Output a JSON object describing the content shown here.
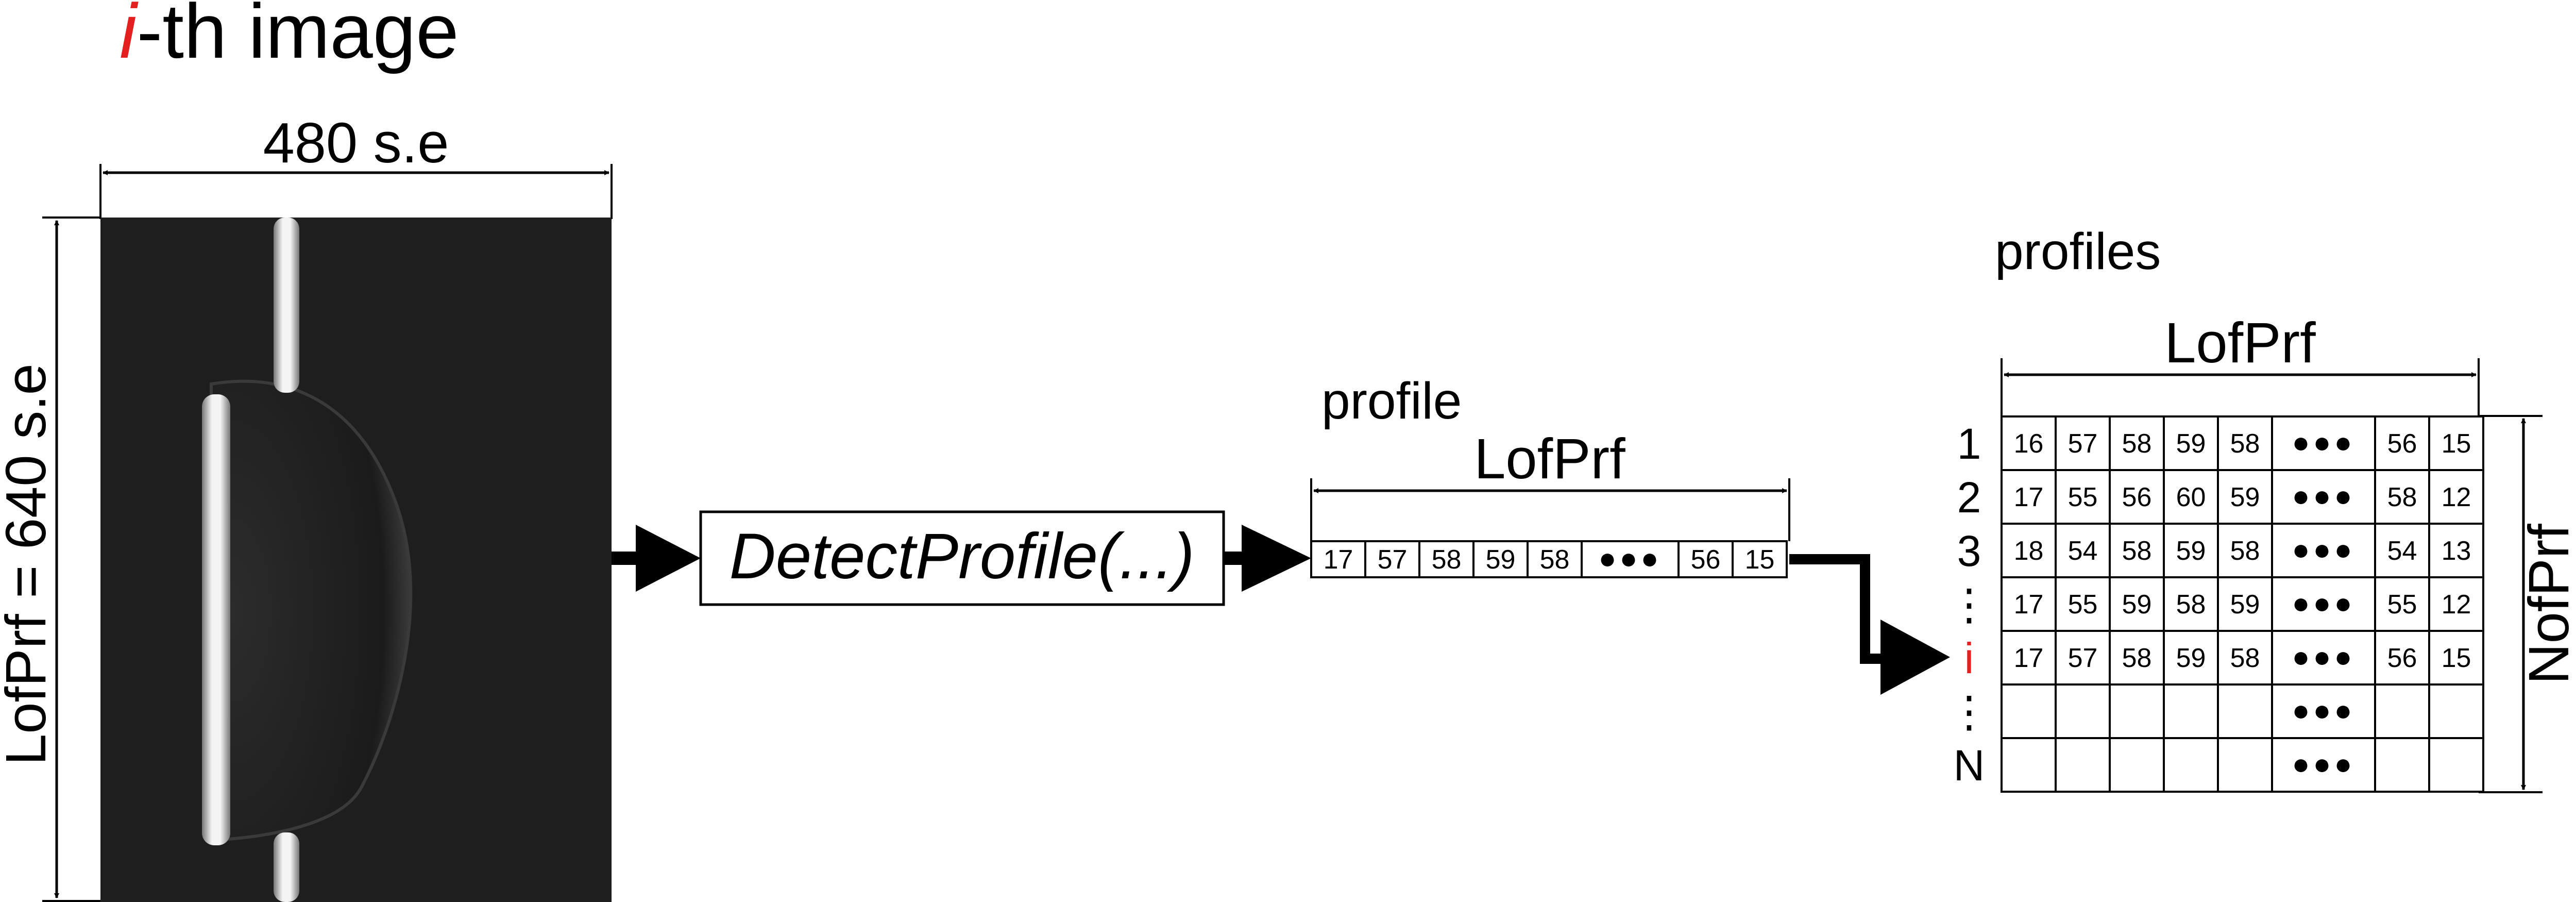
{
  "title": {
    "prefix": "i",
    "suffix": "-th image"
  },
  "image": {
    "width_label": "480 s.e",
    "height_label": "LofPrf = 640 s.e"
  },
  "function": {
    "label": "DetectProfile(...)"
  },
  "profile": {
    "heading": "profile",
    "length_label": "LofPrf",
    "cells": [
      "17",
      "57",
      "58",
      "59",
      "58",
      "●●●",
      "56",
      "15"
    ]
  },
  "profiles": {
    "heading": "profiles",
    "length_label": "LofPrf",
    "count_label": "NofPrf",
    "row_labels": [
      "1",
      "2",
      "3",
      "⋮",
      "i",
      "⋮",
      "N"
    ],
    "rows": [
      [
        "16",
        "57",
        "58",
        "59",
        "58",
        "●●●",
        "56",
        "15"
      ],
      [
        "17",
        "55",
        "56",
        "60",
        "59",
        "●●●",
        "58",
        "12"
      ],
      [
        "18",
        "54",
        "58",
        "59",
        "58",
        "●●●",
        "54",
        "13"
      ],
      [
        "17",
        "55",
        "59",
        "58",
        "59",
        "●●●",
        "55",
        "12"
      ],
      [
        "17",
        "57",
        "58",
        "59",
        "58",
        "●●●",
        "56",
        "15"
      ],
      [
        "",
        "",
        "",
        "",
        "",
        "●●●",
        "",
        ""
      ],
      [
        "",
        "",
        "",
        "",
        "",
        "●●●",
        "",
        ""
      ]
    ]
  },
  "colors": {
    "accent": "#e41f1f",
    "line": "#000000",
    "image_bg": "#1e1e1e",
    "stripe": "#f4f4f4"
  }
}
